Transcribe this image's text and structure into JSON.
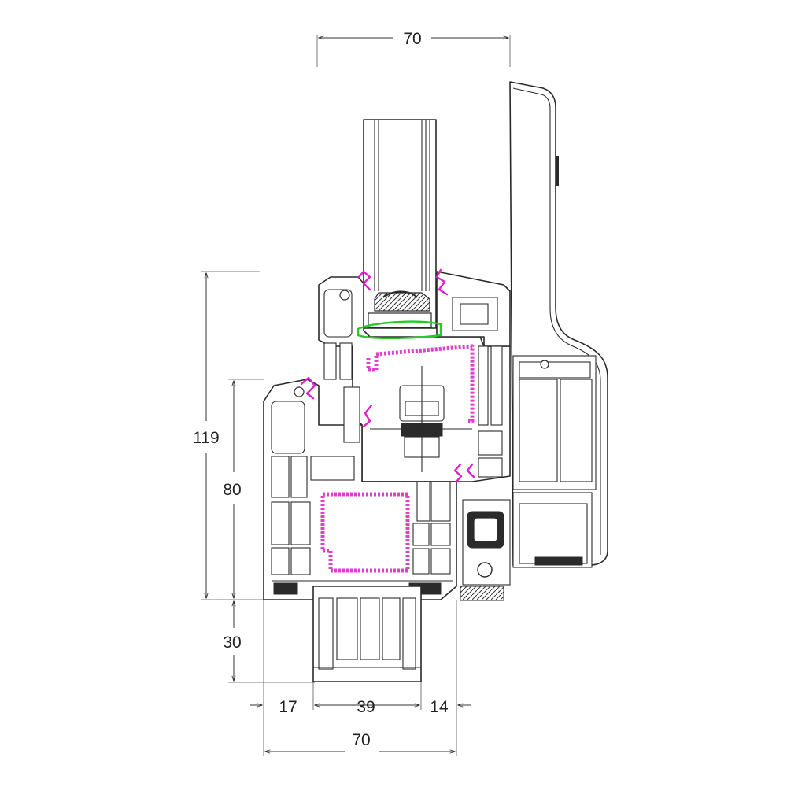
{
  "dimensions": {
    "top_width": "70",
    "sash_height": "119",
    "frame_height": "80",
    "bottom_height": "30",
    "left_offset": "17",
    "mid_width": "39",
    "right_offset": "14",
    "bottom_width": "70"
  },
  "colors": {
    "gasket": "#e020d0",
    "steel_reinforcement": "#e040c8",
    "glazing_gasket": "#22cc22",
    "outline": "#2a2a2a"
  }
}
